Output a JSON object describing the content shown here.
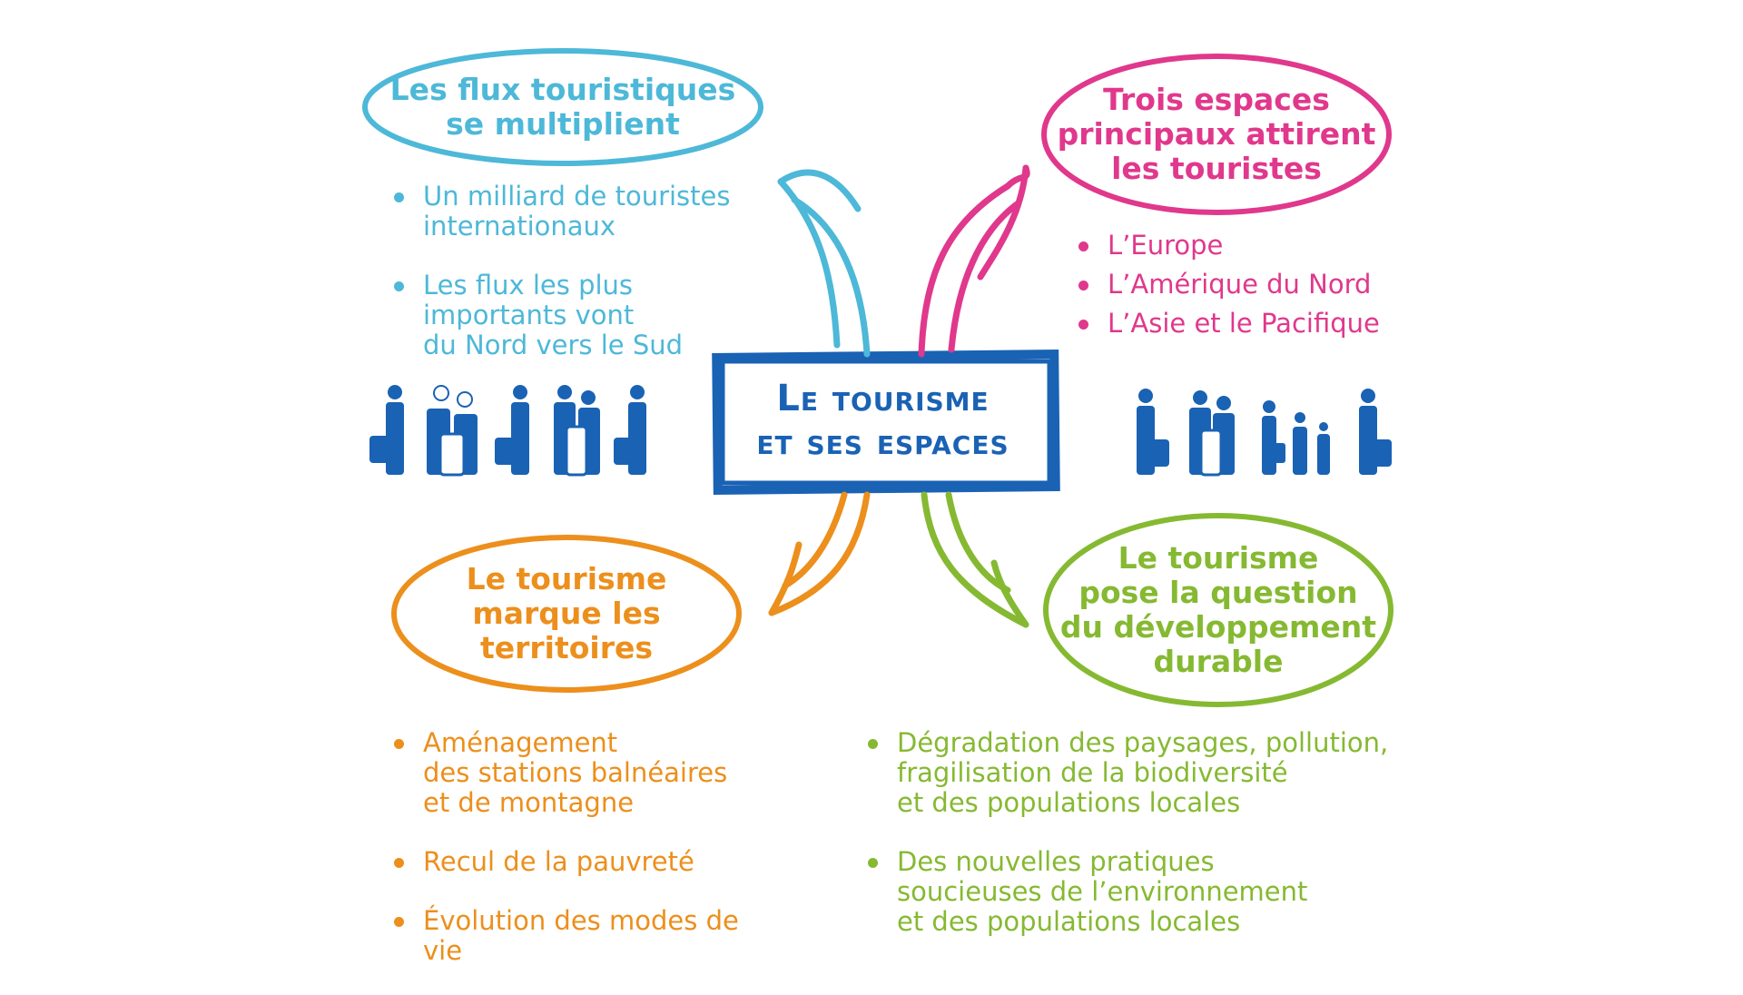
{
  "center": {
    "line1": "Le tourisme",
    "line2": "et ses espaces"
  },
  "flux": {
    "title_line1": "Les flux touristiques",
    "title_line2": "se multiplient",
    "items": [
      [
        "Un milliard de touristes",
        "internationaux"
      ],
      [
        "Les flux les plus",
        "importants vont",
        "du Nord vers le Sud"
      ]
    ]
  },
  "espaces": {
    "title_line1": "Trois espaces",
    "title_line2": "principaux attirent",
    "title_line3": "les touristes",
    "items": [
      "L’Europe",
      "L’Amérique du Nord",
      "L’Asie et le Pacifique"
    ]
  },
  "territoires": {
    "title_line1": "Le tourisme",
    "title_line2": "marque les",
    "title_line3": "territoires",
    "items": [
      [
        "Aménagement",
        "des stations balnéaires",
        "et de montagne"
      ],
      [
        "Recul de la pauvreté"
      ],
      [
        "Évolution des modes de vie"
      ]
    ]
  },
  "durable": {
    "title_line1": "Le tourisme",
    "title_line2": "pose la question",
    "title_line3": "du développement",
    "title_line4": "durable",
    "items": [
      [
        "Dégradation des paysages, pollution,",
        "fragilisation de la biodiversité",
        "et des populations locales"
      ],
      [
        "Des nouvelles pratiques",
        "soucieuses de l’environnement",
        "et des populations locales"
      ]
    ]
  },
  "colors": {
    "blue": "#4db8d8",
    "pink": "#e0388c",
    "orange": "#ec8f1c",
    "green": "#86b932",
    "navy": "#1a62b4"
  },
  "icons": [
    "traveler-with-suitcase-icon",
    "family-icon",
    "traveler-with-suitcase-icon",
    "family-icon",
    "traveler-with-suitcase-icon"
  ]
}
